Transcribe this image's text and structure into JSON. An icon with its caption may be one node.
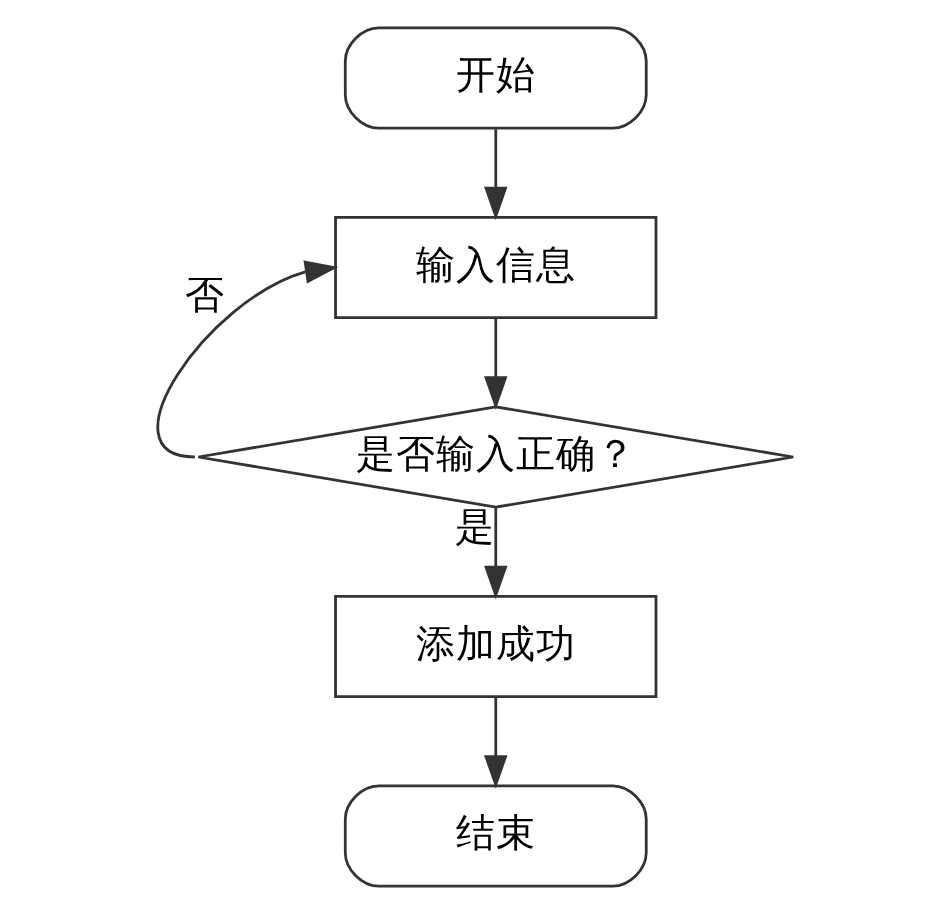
{
  "diagram": {
    "nodes": [
      {
        "text": [
          "开始"
        ]
      },
      {
        "text": [
          "输入信息"
        ]
      },
      {
        "text": [
          "是否输入正确？"
        ]
      },
      {
        "text": [
          "添加成功"
        ]
      },
      {
        "text": [
          "结束"
        ]
      }
    ],
    "edges": [
      {
        "from": 0,
        "to": 1,
        "arrow": "to"
      },
      {
        "from": 1,
        "to": 2,
        "arrow": "to"
      },
      {
        "from": 2,
        "to": 1,
        "arrow": "to",
        "label": "否"
      },
      {
        "from": 2,
        "to": 3,
        "arrow": "to",
        "label": "是"
      },
      {
        "from": 3,
        "to": 4,
        "arrow": "to"
      }
    ]
  }
}
